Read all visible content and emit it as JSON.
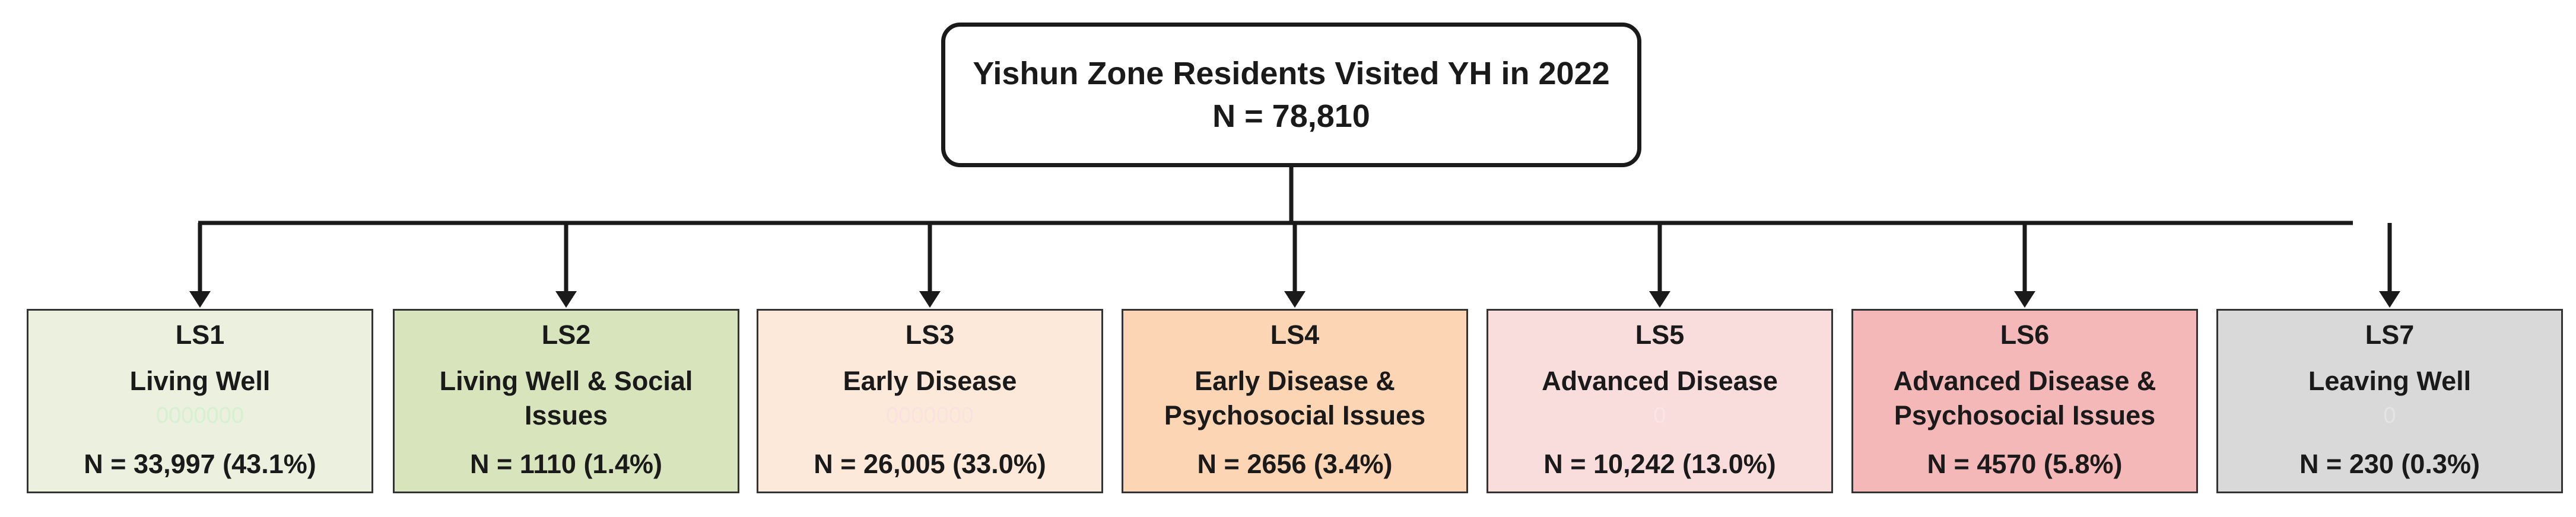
{
  "root": {
    "title": "Yishun Zone Residents Visited YH in 2022",
    "count": "N = 78,810"
  },
  "nodes": [
    {
      "code": "LS1",
      "name": "Living Well",
      "hidden": "0000000",
      "hidden_color": "#d7f0d2",
      "count": "N =  33,997 (43.1%)",
      "color": "#ebf1de"
    },
    {
      "code": "LS2",
      "name": "Living Well & Social Issues",
      "hidden": "",
      "hidden_color": "",
      "count": "N = 1110  (1.4%)",
      "color": "#d8e4bc"
    },
    {
      "code": "LS3",
      "name": "Early Disease",
      "hidden": "0000000",
      "hidden_color": "#fbe2de",
      "count": "N = 26,005 (33.0%)",
      "color": "#fde9d9"
    },
    {
      "code": "LS4",
      "name": "Early Disease & Psychosocial Issues",
      "hidden": "",
      "hidden_color": "",
      "count": "N = 2656  (3.4%)",
      "color": "#fcd5b4"
    },
    {
      "code": "LS5",
      "name": "Advanced Disease",
      "hidden": "0",
      "hidden_color": "#fce4e4",
      "count": "N = 10,242 (13.0%)",
      "color": "#f9dcdc"
    },
    {
      "code": "LS6",
      "name": "Advanced Disease & Psychosocial Issues",
      "hidden": "",
      "hidden_color": "",
      "count": "N = 4570  (5.8%)",
      "color": "#f4b8b8"
    },
    {
      "code": "LS7",
      "name": "Leaving Well",
      "hidden": "0",
      "hidden_color": "#e4e4e4",
      "count": "N = 230 (0.3%)",
      "color": "#d9d9d9"
    }
  ],
  "colors": {
    "line": "#1a1a1a",
    "border": "#333333"
  }
}
